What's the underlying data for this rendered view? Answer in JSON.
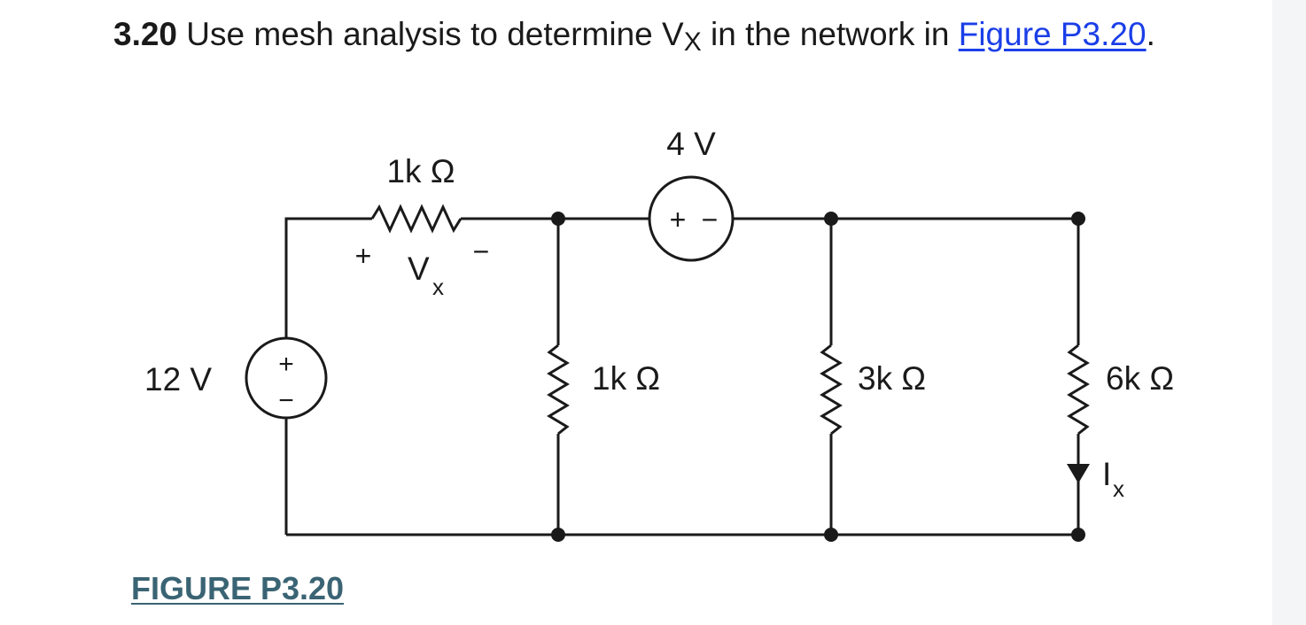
{
  "problem": {
    "number": "3.20",
    "text_before": " Use mesh analysis to determine V",
    "subscript": "X",
    "text_after": " in the network in ",
    "link_text": "Figure P3.20",
    "end_punct": "."
  },
  "figure": {
    "caption": "FIGURE P3.20",
    "source_12v_label": "12 V",
    "source_12v_plus": "+",
    "source_12v_minus": "−",
    "source_4v_label": "4 V",
    "source_4v_plus": "+",
    "source_4v_minus": "−",
    "r_top_label": "1k Ω",
    "vx_plus": "+",
    "vx_minus": "−",
    "vx_label": "V",
    "vx_sub": "x",
    "r_mid1_label": "1k Ω",
    "r_mid2_label": "3k Ω",
    "r_right_label": "6k Ω",
    "ix_label": "I",
    "ix_sub": "x"
  },
  "colors": {
    "wire": "#1a1a1a",
    "link": "#1a3ee8",
    "caption": "#3a6474"
  }
}
